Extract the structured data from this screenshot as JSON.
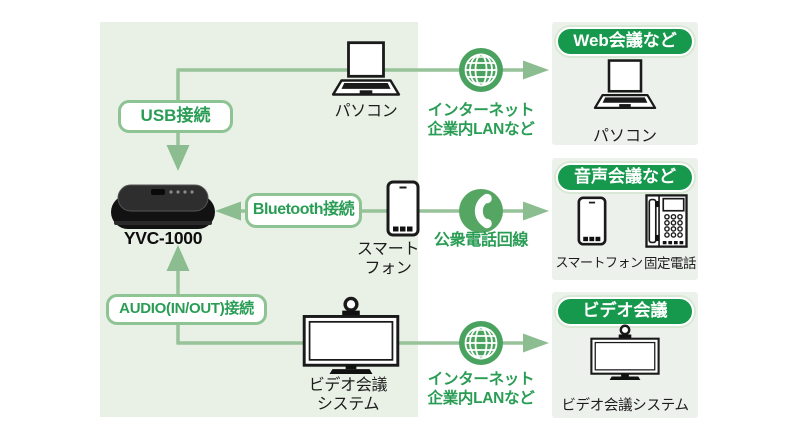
{
  "device": {
    "name": "YVC-1000"
  },
  "connection_badges": {
    "usb": "USB接続",
    "bluetooth": "Bluetooth接続",
    "audio": "AUDIO(IN/OUT)接続"
  },
  "panel_devices": {
    "pc": "パソコン",
    "smartphone": [
      "スマート",
      "フォン"
    ],
    "video_system": [
      "ビデオ会議",
      "システム"
    ]
  },
  "network_paths": {
    "internet_top": [
      "インターネット",
      "企業内LANなど"
    ],
    "phone": "公衆電話回線",
    "internet_bottom": [
      "インターネット",
      "企業内LANなど"
    ]
  },
  "usage_boxes": [
    {
      "title": "Web会議など",
      "items": [
        "パソコン"
      ]
    },
    {
      "title": "音声会議など",
      "items": [
        "スマートフォン",
        "固定電話"
      ]
    },
    {
      "title": "ビデオ会議",
      "items": [
        "ビデオ会議システム"
      ]
    }
  ],
  "icons": {
    "globe": "globe-network-icon",
    "handset": "telephone-handset-icon",
    "laptop": "laptop-icon",
    "smartphone": "smartphone-icon",
    "desk_phone": "desk-phone-icon",
    "video_monitor": "video-conference-monitor-icon",
    "speakerphone": "yvc-1000-speakerphone-image"
  },
  "colors": {
    "header_green": "#17994d",
    "line_green": "#97c29a",
    "arrow_green": "#8cbd90",
    "text_green": "#2a9d55",
    "badge_border_green": "#8ec493",
    "panel_bg": "#e9f1e6",
    "box_bg": "#edf1ec",
    "globe_green": "#4aa25f",
    "handset_circle_green": "#55a663"
  }
}
